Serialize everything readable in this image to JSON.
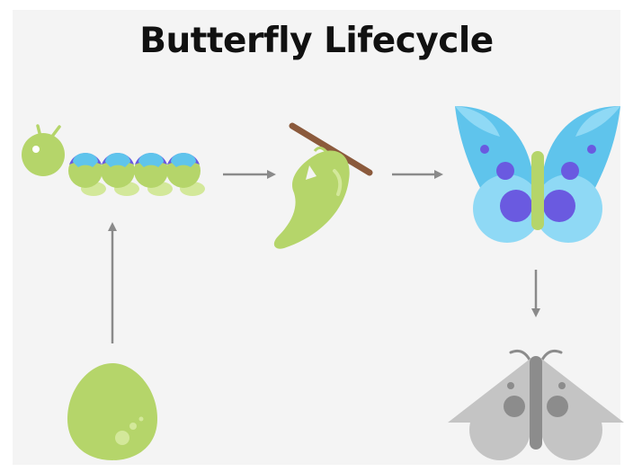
{
  "title": "Butterfly Lifecycle",
  "stages": [
    {
      "id": "egg",
      "icon": "egg-icon"
    },
    {
      "id": "caterpillar",
      "icon": "caterpillar-icon"
    },
    {
      "id": "chrysalis",
      "icon": "chrysalis-icon"
    },
    {
      "id": "butterfly",
      "icon": "butterfly-icon"
    },
    {
      "id": "moth",
      "icon": "moth-icon"
    }
  ],
  "flow": [
    {
      "from": "egg",
      "to": "caterpillar"
    },
    {
      "from": "caterpillar",
      "to": "chrysalis"
    },
    {
      "from": "chrysalis",
      "to": "butterfly"
    },
    {
      "from": "butterfly",
      "to": "moth"
    }
  ],
  "colors": {
    "background": "#f4f4f4",
    "arrow": "#8a8a8a",
    "green": "#b5d56a",
    "green_light": "#d3e89a",
    "blue_wing": "#5fc4ec",
    "blue_light": "#8fd9f5",
    "purple_spot": "#6a5ae0",
    "branch": "#8b5a3c",
    "moth_gray": "#c4c4c4",
    "moth_dark": "#8c8c8c"
  }
}
